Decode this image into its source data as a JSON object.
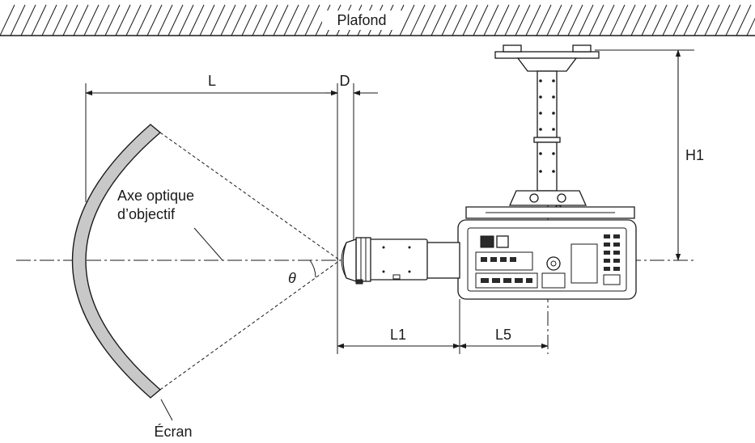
{
  "labels": {
    "ceiling": "Plafond",
    "L": "L",
    "D": "D",
    "H1": "H1",
    "optical_axis_line1": "Axe optique",
    "optical_axis_line2": "d’objectif",
    "theta": "θ",
    "L1": "L1",
    "L5": "L5",
    "screen": "Écran"
  },
  "colors": {
    "line": "#1a1a1a",
    "screen_fill": "#c8c8c8"
  }
}
